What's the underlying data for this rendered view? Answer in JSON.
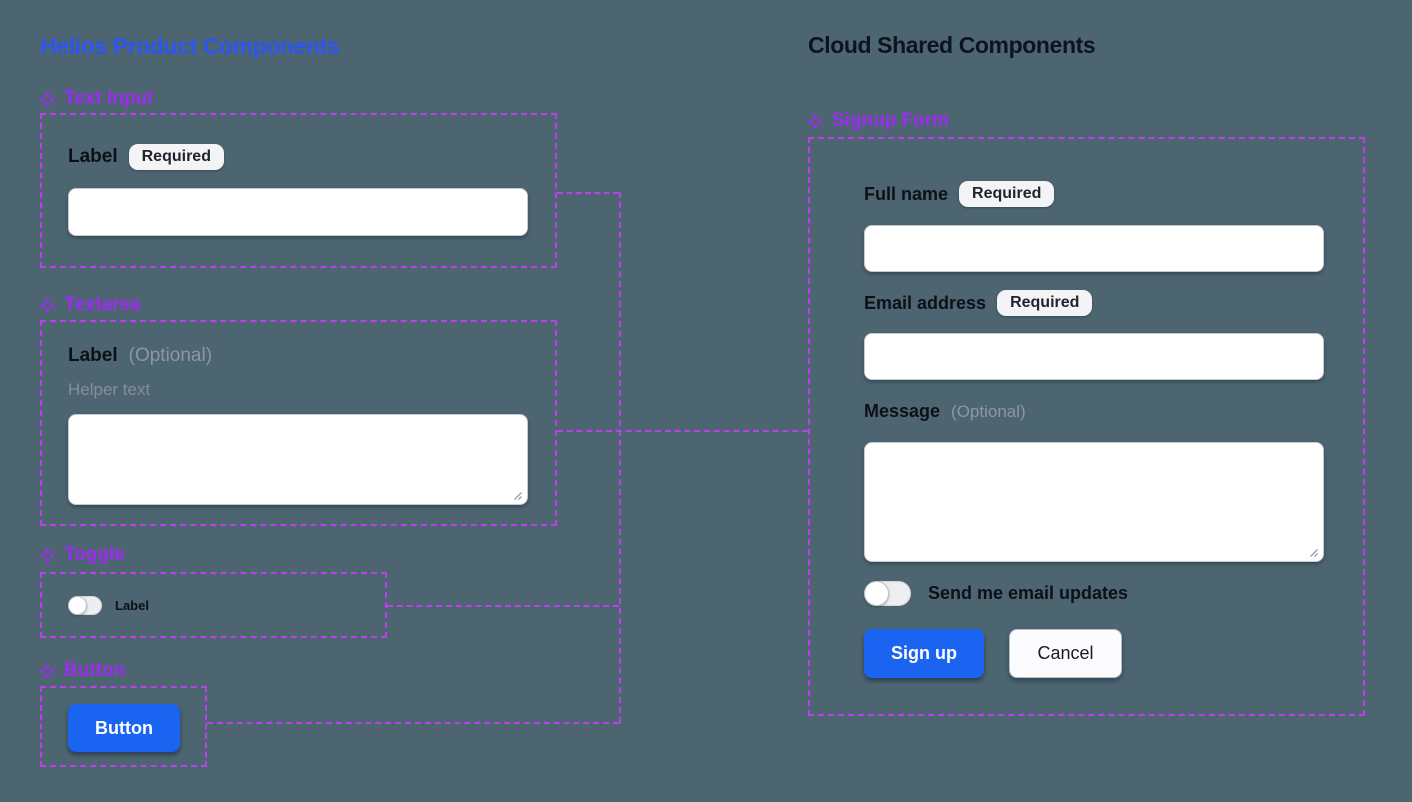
{
  "left_panel": {
    "title": "Helios Product Components",
    "text_input": {
      "section_label": "Text Input",
      "field_label": "Label",
      "badge": "Required"
    },
    "textarea": {
      "section_label": "Textarea",
      "field_label": "Label",
      "optional_label": "(Optional)",
      "helper_text": "Helper text"
    },
    "toggle": {
      "section_label": "Toggle",
      "toggle_label": "Label",
      "state": "off"
    },
    "button": {
      "section_label": "Button",
      "button_label": "Button"
    }
  },
  "right_panel": {
    "title": "Cloud Shared Components",
    "signup_form": {
      "section_label": "Signup Form",
      "full_name_label": "Full name",
      "full_name_badge": "Required",
      "email_label": "Email address",
      "email_badge": "Required",
      "message_label": "Message",
      "message_optional": "(Optional)",
      "updates_label": "Send me email updates",
      "updates_toggle_state": "off",
      "signup_button": "Sign up",
      "cancel_button": "Cancel"
    }
  },
  "icons": {
    "section_marker": "component-diamond-icon",
    "textarea_corner": "resize-handle-icon"
  },
  "colors": {
    "background": "#4c6570",
    "helios_title": "#2d56ee",
    "cloud_title": "#0e1320",
    "section_purple": "#9d2bf2",
    "dash_purple": "#bc3fee",
    "button_blue": "#1b64f2",
    "badge_bg": "#f4f4f6",
    "muted_text": "#8f96a3"
  }
}
